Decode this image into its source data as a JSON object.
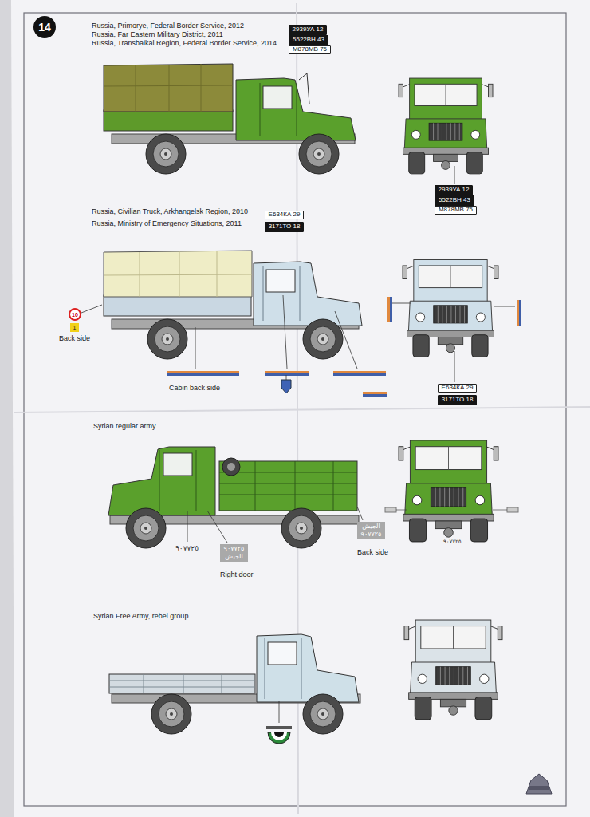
{
  "diagram": {
    "nodes": [
      {
        "text": [
          "14"
        ]
      },
      {
        "text": [
          "2939УА 12"
        ]
      },
      {
        "text": [
          "5522ВН 43"
        ]
      },
      {
        "text": [
          "М878МВ 75"
        ]
      },
      {
        "text": [
          "2939УА 12"
        ]
      },
      {
        "text": [
          "5522ВН 43"
        ]
      },
      {
        "text": [
          "М878МВ 75"
        ]
      },
      {
        "text": [
          "Е634КА 29"
        ]
      },
      {
        "text": [
          "3171ТО 18"
        ]
      },
      {
        "text": [
          "Е634КА 29"
        ]
      },
      {
        "text": [
          "3171ТО 18"
        ]
      },
      {
        "text": [
          "10"
        ]
      },
      {
        "text": [
          "1"
        ]
      },
      {
        "text": [
          "٩٠٧٧٢٥",
          "الجيش"
        ]
      },
      {
        "text": [
          "الجيش",
          "٩٠٧٧٢٥"
        ]
      }
    ],
    "labels": [
      "Russia, Primorye, Federal Border Service, 2012",
      "Russia, Far Eastern Military District, 2011",
      "Russia, Transbaikal Region, Federal Border Service, 2014",
      "Russia, Civilian Truck, Arkhangelsk Region, 2010",
      "Russia, Ministry of Emergency Situations, 2011",
      "Back side",
      "Cabin back side",
      "Syrian regular army",
      "٩٠٧٧٢٥",
      "Right door",
      "Back side",
      "٩٠٧٧٢٥",
      "Syrian Free Army, rebel group"
    ]
  }
}
